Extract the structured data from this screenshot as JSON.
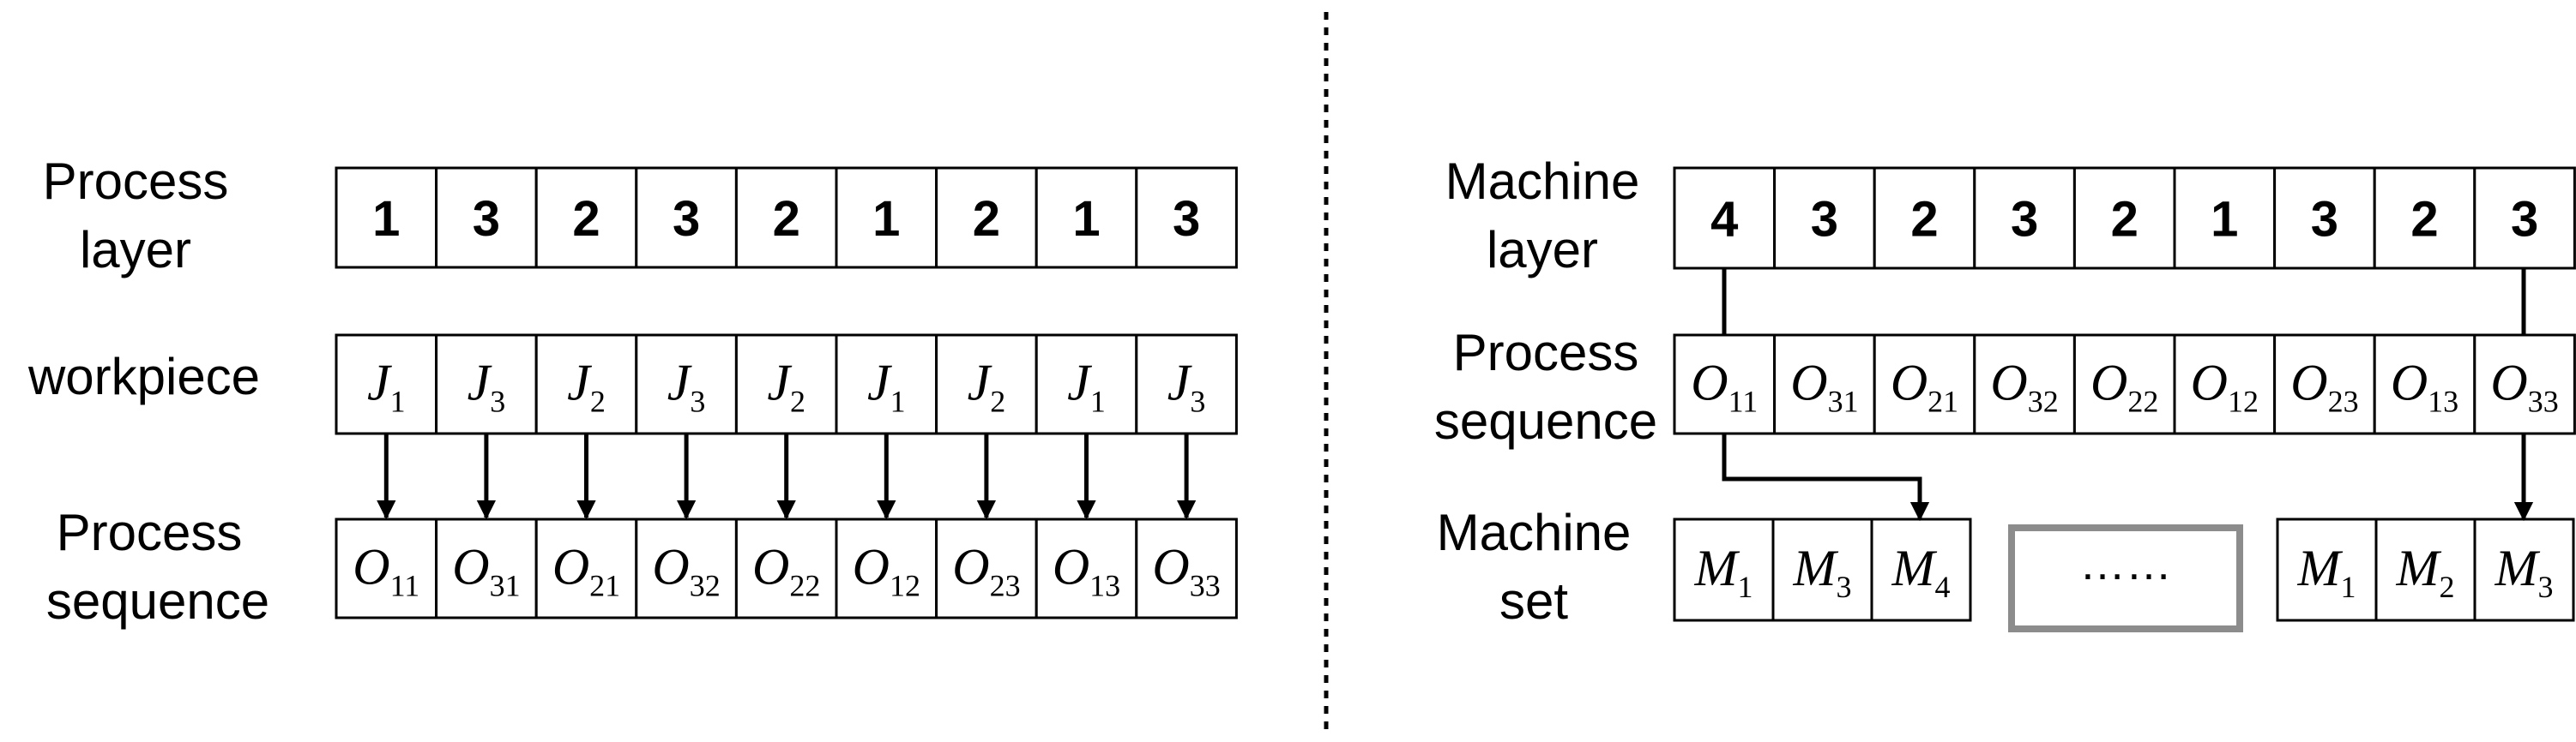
{
  "left": {
    "process_layer_label": [
      "Process",
      "layer"
    ],
    "process_layer": [
      "1",
      "3",
      "2",
      "3",
      "2",
      "1",
      "2",
      "1",
      "3"
    ],
    "workpiece_label": "workpiece",
    "workpieces": [
      {
        "base": "J",
        "sub": "1"
      },
      {
        "base": "J",
        "sub": "3"
      },
      {
        "base": "J",
        "sub": "2"
      },
      {
        "base": "J",
        "sub": "3"
      },
      {
        "base": "J",
        "sub": "2"
      },
      {
        "base": "J",
        "sub": "1"
      },
      {
        "base": "J",
        "sub": "2"
      },
      {
        "base": "J",
        "sub": "1"
      },
      {
        "base": "J",
        "sub": "3"
      }
    ],
    "process_sequence_label": [
      "Process",
      "sequence"
    ],
    "process_sequence": [
      {
        "base": "O",
        "sub": "11"
      },
      {
        "base": "O",
        "sub": "31"
      },
      {
        "base": "O",
        "sub": "21"
      },
      {
        "base": "O",
        "sub": "32"
      },
      {
        "base": "O",
        "sub": "22"
      },
      {
        "base": "O",
        "sub": "12"
      },
      {
        "base": "O",
        "sub": "23"
      },
      {
        "base": "O",
        "sub": "13"
      },
      {
        "base": "O",
        "sub": "33"
      }
    ]
  },
  "right": {
    "machine_layer_label": [
      "Machine",
      "layer"
    ],
    "machine_layer": [
      "4",
      "3",
      "2",
      "3",
      "2",
      "1",
      "3",
      "2",
      "3"
    ],
    "process_sequence_label": [
      "Process",
      "sequence"
    ],
    "process_sequence": [
      {
        "base": "O",
        "sub": "11"
      },
      {
        "base": "O",
        "sub": "31"
      },
      {
        "base": "O",
        "sub": "21"
      },
      {
        "base": "O",
        "sub": "32"
      },
      {
        "base": "O",
        "sub": "22"
      },
      {
        "base": "O",
        "sub": "12"
      },
      {
        "base": "O",
        "sub": "23"
      },
      {
        "base": "O",
        "sub": "13"
      },
      {
        "base": "O",
        "sub": "33"
      }
    ],
    "machine_set_label": [
      "Machine",
      "set"
    ],
    "machine_set_first": [
      {
        "base": "M",
        "sub": "1"
      },
      {
        "base": "M",
        "sub": "3"
      },
      {
        "base": "M",
        "sub": "4"
      }
    ],
    "ellipsis": "……",
    "machine_set_last": [
      {
        "base": "M",
        "sub": "1"
      },
      {
        "base": "M",
        "sub": "2"
      },
      {
        "base": "M",
        "sub": "3"
      }
    ]
  }
}
